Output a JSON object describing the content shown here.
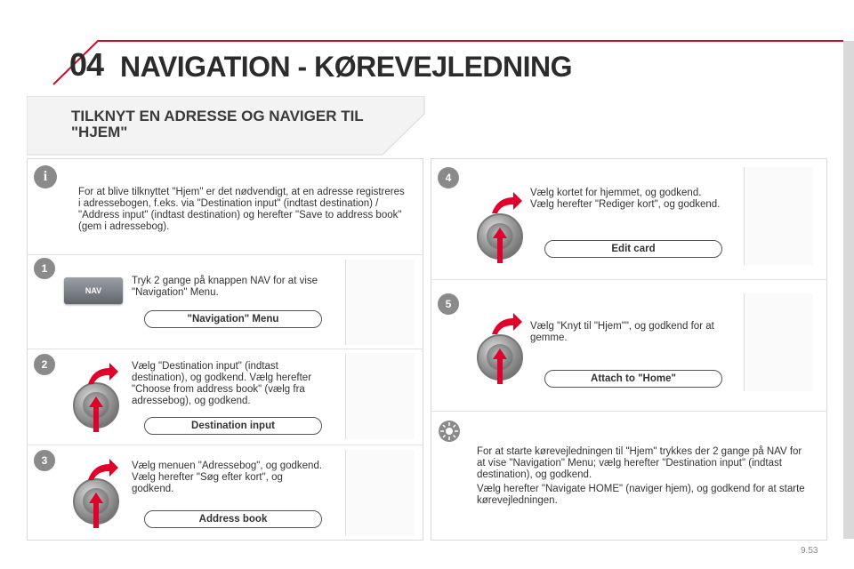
{
  "header": {
    "chapter_number": "04",
    "chapter_title": "NAVIGATION - KØREVEJLEDNING"
  },
  "section": {
    "title": "TILKNYT EN ADRESSE OG NAVIGER TIL \"HJEM\""
  },
  "colors": {
    "accent": "#c8102e",
    "badge": "#8a8a8a"
  },
  "info_note": {
    "icon": "info-icon",
    "text": "For at blive tilknyttet \"Hjem\" er det nødvendigt, at en adresse registreres i adressebogen, f.eks. via \"Destination input\" (indtast destination) / \"Address input\" (indtast destination) og herefter \"Save to address book\" (gem i adressebog)."
  },
  "steps": [
    {
      "number": "1",
      "text": "Tryk 2 gange på knappen NAV for at vise \"Navigation\" Menu.",
      "button_label": "\"Navigation\" Menu",
      "control_label": "NAV"
    },
    {
      "number": "2",
      "text": "Vælg \"Destination input\" (indtast destination), og godkend. Vælg herefter \"Choose from address book\" (vælg fra adressebog), og godkend.",
      "button_label": "Destination input"
    },
    {
      "number": "3",
      "text": "Vælg menuen \"Adressebog\", og godkend. Vælg herefter \"Søg efter kort\", og godkend.",
      "button_label": "Address book"
    },
    {
      "number": "4",
      "text": "Vælg kortet for hjemmet, og godkend. Vælg herefter \"Rediger kort\", og godkend.",
      "button_label": "Edit card"
    },
    {
      "number": "5",
      "text": "Vælg \"Knyt til \"Hjem\"\", og godkend for at gemme.",
      "button_label": "Attach to \"Home\""
    }
  ],
  "tip_note": {
    "icon": "sun-icon",
    "paragraph_1": "For at starte kørevejledningen til \"Hjem\" trykkes der 2 gange på NAV for at vise \"Navigation\" Menu; vælg herefter \"Destination input\" (indtast destination), og godkend.",
    "paragraph_2": "Vælg herefter \"Navigate HOME\" (naviger hjem), og godkend for at starte kørevejledningen."
  },
  "footer": {
    "page_number": "9.53"
  }
}
